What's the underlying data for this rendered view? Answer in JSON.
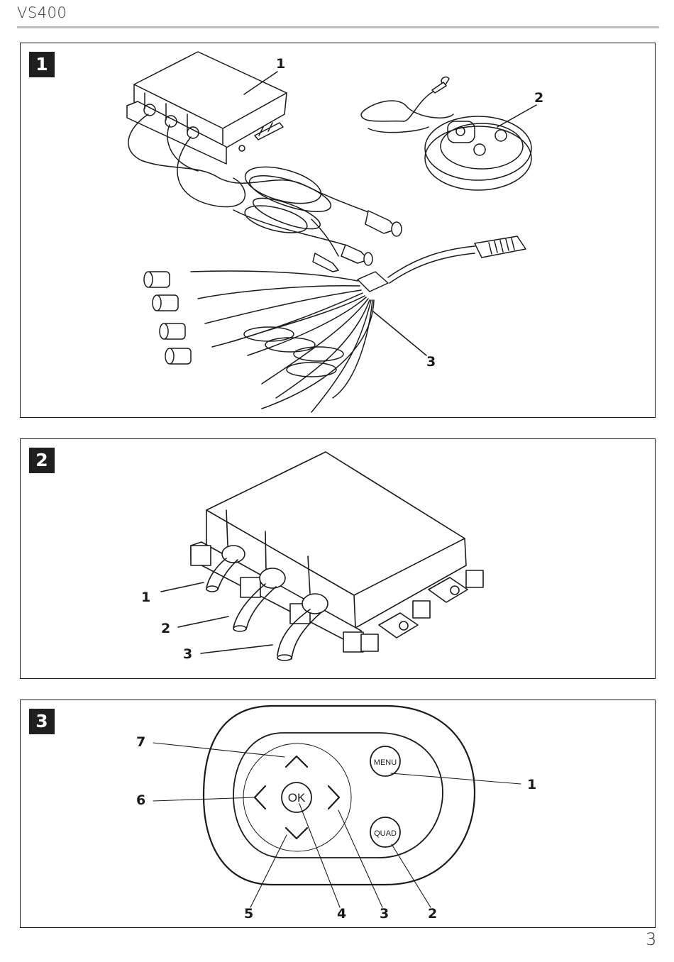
{
  "header": {
    "title": "VS400"
  },
  "panels": [
    {
      "number": "1",
      "callouts": [
        "1",
        "2",
        "3"
      ]
    },
    {
      "number": "2",
      "callouts": [
        "1",
        "2",
        "3"
      ]
    },
    {
      "number": "3",
      "callouts": [
        "1",
        "2",
        "3",
        "4",
        "5",
        "6",
        "7"
      ]
    }
  ],
  "remote": {
    "ok_label": "OK",
    "menu_label": "MENU",
    "quad_label": "QUAD"
  },
  "footer": {
    "page_number": "3"
  }
}
